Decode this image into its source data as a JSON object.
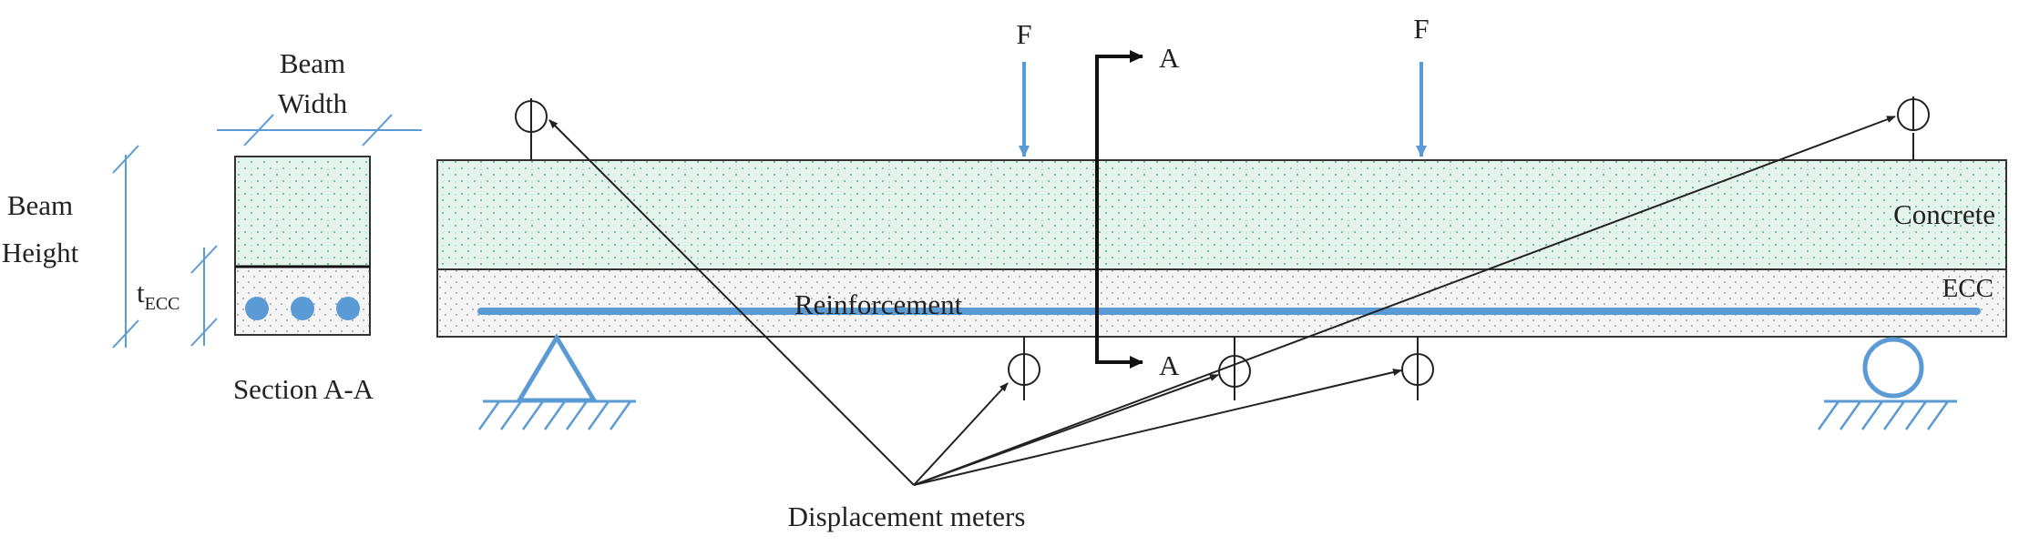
{
  "section": {
    "beam_width_line1": "Beam",
    "beam_width_line2": "Width",
    "beam_height_line1": "Beam",
    "beam_height_line2": "Height",
    "t_ecc_base": "t",
    "t_ecc_sub": "ECC",
    "caption": "Section A-A"
  },
  "beam": {
    "concrete_label": "Concrete",
    "ecc_label": "ECC",
    "reinforcement_label": "Reinforcement"
  },
  "loads": {
    "left_label": "F",
    "right_label": "F"
  },
  "cut": {
    "top_label": "A",
    "bottom_label": "A"
  },
  "meters": {
    "label": "Displacement meters"
  },
  "colors": {
    "blue": "#5b9bd5",
    "concrete_fill": "#e3f2ea",
    "ecc_fill": "#f4f4f4",
    "outline": "#333333"
  }
}
